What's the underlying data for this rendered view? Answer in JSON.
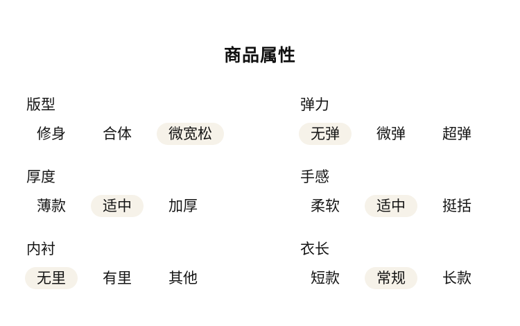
{
  "page": {
    "title": "商品属性",
    "background": "#ffffff"
  },
  "colors": {
    "text": "#141414",
    "selected_pill_bg": "#f6f2e9"
  },
  "groups": [
    {
      "label": "版型",
      "options": [
        {
          "label": "修身",
          "selected": false
        },
        {
          "label": "合体",
          "selected": false
        },
        {
          "label": "微宽松",
          "selected": true
        }
      ]
    },
    {
      "label": "弹力",
      "options": [
        {
          "label": "无弹",
          "selected": true
        },
        {
          "label": "微弹",
          "selected": false
        },
        {
          "label": "超弹",
          "selected": false
        }
      ]
    },
    {
      "label": "厚度",
      "options": [
        {
          "label": "薄款",
          "selected": false
        },
        {
          "label": "适中",
          "selected": true
        },
        {
          "label": "加厚",
          "selected": false
        }
      ]
    },
    {
      "label": "手感",
      "options": [
        {
          "label": "柔软",
          "selected": false
        },
        {
          "label": "适中",
          "selected": true
        },
        {
          "label": "挺括",
          "selected": false
        }
      ]
    },
    {
      "label": "内衬",
      "options": [
        {
          "label": "无里",
          "selected": true
        },
        {
          "label": "有里",
          "selected": false
        },
        {
          "label": "其他",
          "selected": false
        }
      ]
    },
    {
      "label": "衣长",
      "options": [
        {
          "label": "短款",
          "selected": false
        },
        {
          "label": "常规",
          "selected": true
        },
        {
          "label": "长款",
          "selected": false
        }
      ]
    }
  ]
}
